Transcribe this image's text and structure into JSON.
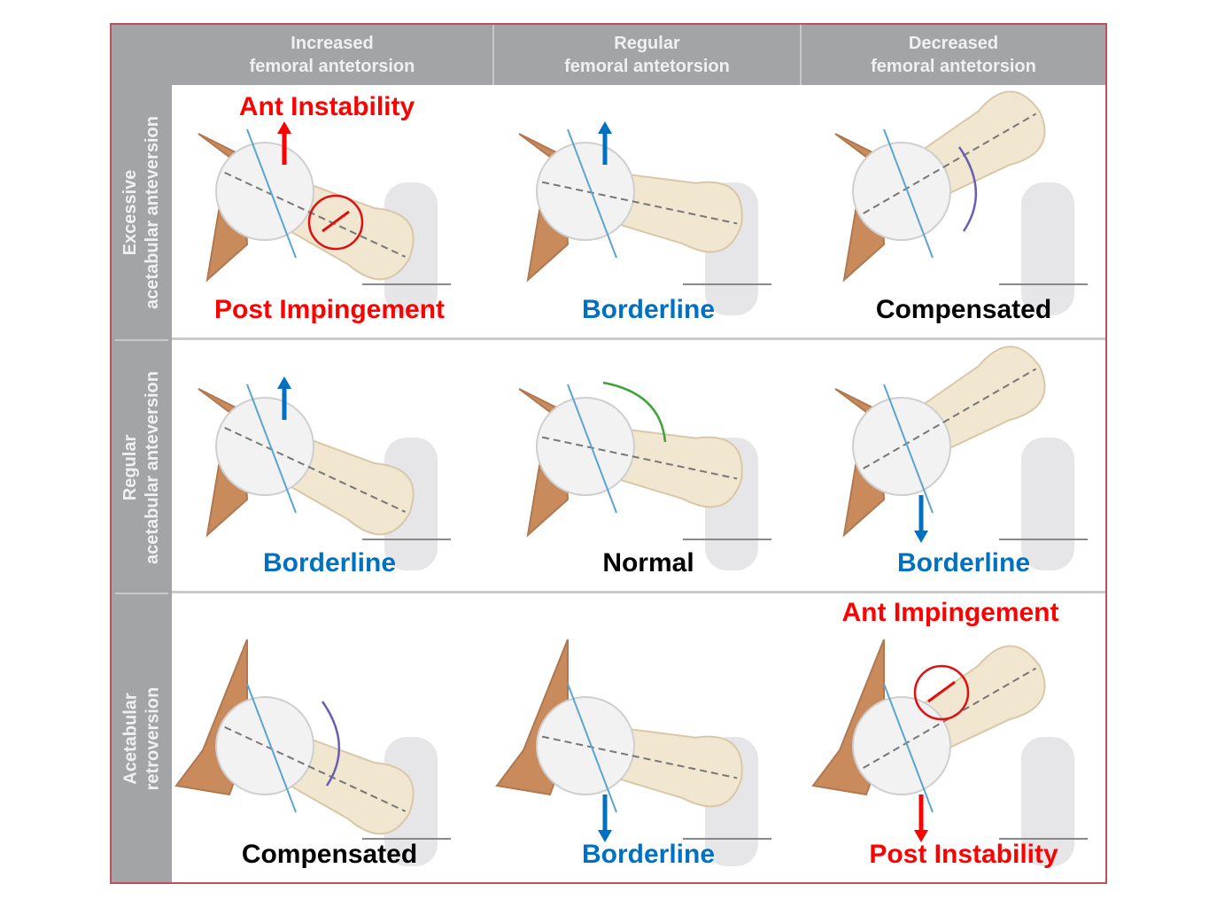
{
  "columns": [
    {
      "line1": "Increased",
      "line2": "femoral antetorsion"
    },
    {
      "line1": "Regular",
      "line2": "femoral antetorsion"
    },
    {
      "line1": "Decreased",
      "line2": "femoral antetorsion"
    }
  ],
  "rows": [
    {
      "line1": "Excessive",
      "line2": "acetabular anteversion"
    },
    {
      "line1": "Regular",
      "line2": "acetabular anteversion"
    },
    {
      "line1": "Acetabular",
      "line2": "retroversion"
    }
  ],
  "colors": {
    "red": "#ff0000",
    "blue": "#0070c0",
    "black": "#000000",
    "green": "#3aa535",
    "purple": "#6a5fb0",
    "bone": "#f1e6d0",
    "pelvis": "#c98a5c"
  },
  "cells": [
    {
      "top": "Ant Instability",
      "top_color": "red",
      "bottom": "Post Impingement",
      "bottom_color": "red",
      "arrow": "up",
      "arrow_color": "red",
      "circle": true,
      "retro": false,
      "femur": "increased"
    },
    {
      "bottom": "Borderline",
      "bottom_color": "blue",
      "arrow": "up",
      "arrow_color": "blue",
      "circle": false,
      "retro": false,
      "femur": "regular"
    },
    {
      "bottom": "Compensated",
      "bottom_color": "black",
      "arrow": "curve",
      "arrow_color": "purple",
      "circle": false,
      "retro": false,
      "femur": "decreased"
    },
    {
      "bottom": "Borderline",
      "bottom_color": "blue",
      "arrow": "up",
      "arrow_color": "blue",
      "circle": false,
      "retro": false,
      "femur": "increased"
    },
    {
      "bottom": "Normal",
      "bottom_color": "black",
      "arrow": "curve-left",
      "arrow_color": "green",
      "circle": false,
      "retro": false,
      "femur": "regular"
    },
    {
      "bottom": "Borderline",
      "bottom_color": "blue",
      "arrow": "down",
      "arrow_color": "blue",
      "circle": false,
      "retro": false,
      "femur": "decreased"
    },
    {
      "bottom": "Compensated",
      "bottom_color": "black",
      "arrow": "curve",
      "arrow_color": "purple",
      "circle": false,
      "retro": true,
      "femur": "increased"
    },
    {
      "bottom": "Borderline",
      "bottom_color": "blue",
      "arrow": "down",
      "arrow_color": "blue",
      "circle": false,
      "retro": true,
      "femur": "regular"
    },
    {
      "top": "Ant Impingement",
      "top_color": "red",
      "bottom": "Post Instability",
      "bottom_color": "red",
      "arrow": "down",
      "arrow_color": "red",
      "circle": true,
      "retro": true,
      "femur": "decreased"
    }
  ]
}
